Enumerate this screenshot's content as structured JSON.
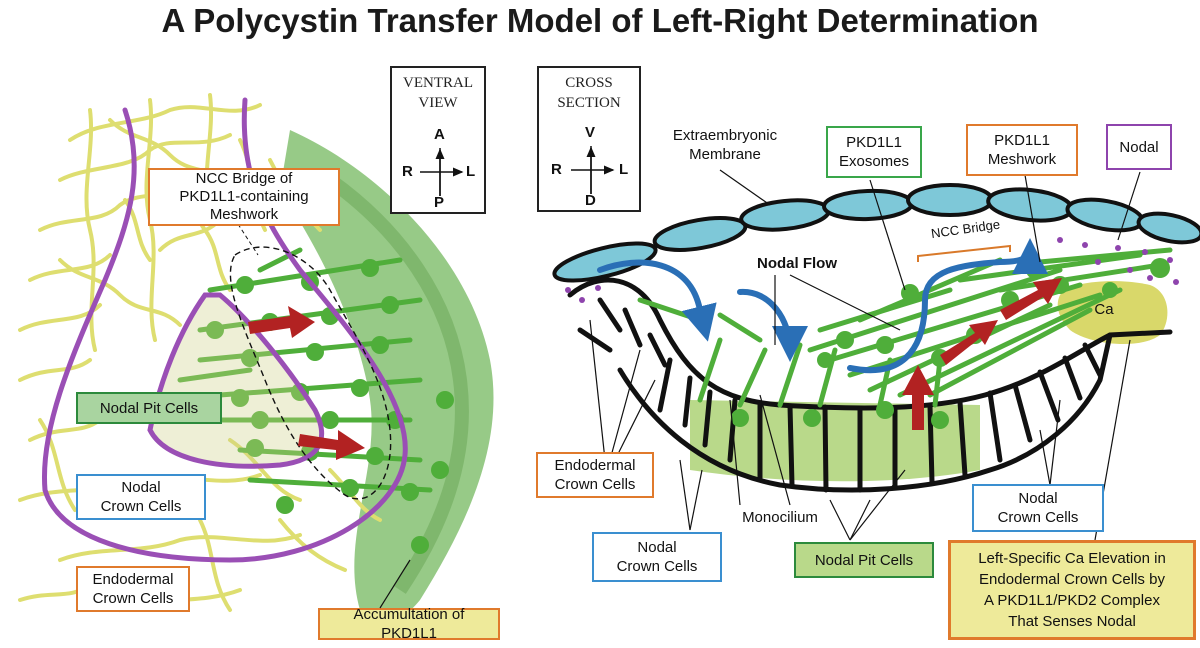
{
  "title": "A Polycystin Transfer Model of Left-Right Determination",
  "compass_ventral": {
    "line1": "VENTRAL",
    "line2": "VIEW",
    "top": "A",
    "bottom": "P",
    "left": "R",
    "right": "L"
  },
  "compass_cross": {
    "line1": "CROSS",
    "line2": "SECTION",
    "top": "V",
    "bottom": "D",
    "left": "R",
    "right": "L"
  },
  "left_panel": {
    "ncc_bridge": {
      "line1": "NCC Bridge of",
      "line2": "PKD1L1-containing",
      "line3": "Meshwork"
    },
    "nodal_pit_cells": "Nodal Pit Cells",
    "nodal_crown_cells": {
      "line1": "Nodal",
      "line2": "Crown Cells"
    },
    "endodermal_crown_cells": {
      "line1": "Endodermal",
      "line2": "Crown Cells"
    },
    "accumulation": "Accumultation of PKD1L1"
  },
  "right_panel": {
    "extraembryonic": {
      "line1": "Extraembryonic",
      "line2": "Membrane"
    },
    "pkd1l1_exosomes": {
      "line1": "PKD1L1",
      "line2": "Exosomes"
    },
    "pkd1l1_meshwork": {
      "line1": "PKD1L1",
      "line2": "Meshwork"
    },
    "nodal": "Nodal",
    "nodal_flow": "Nodal Flow",
    "ncc_bridge": "NCC Bridge",
    "ca": "Ca",
    "endodermal_crown_cells": {
      "line1": "Endodermal",
      "line2": "Crown Cells"
    },
    "monocilium": "Monocilium",
    "nodal_crown_cells_left": {
      "line1": "Nodal",
      "line2": "Crown Cells"
    },
    "nodal_pit_cells": "Nodal Pit Cells",
    "nodal_crown_cells_right": {
      "line1": "Nodal",
      "line2": "Crown Cells"
    },
    "ca_elevation": {
      "line1": "Left-Specific Ca Elevation in",
      "line2": "Endodermal Crown Cells by",
      "line3": "A PKD1L1/PKD2 Complex",
      "line4": "That Senses Nodal"
    }
  },
  "colors": {
    "meshwork_green": "#4fae3a",
    "dark_green": "#3c9a3c",
    "accumulation_green": "#7cbf6a",
    "cell_yellow": "#dede70",
    "outline_purple": "#9a4fb5",
    "arrow_red": "#b22222",
    "flow_blue": "#2a6fb6",
    "membrane_cyan": "#7ec8d8",
    "exosome_purple": "#8e44ad",
    "ca_yellow": "#d9d86a",
    "pit_fill": "#b9d98a"
  }
}
